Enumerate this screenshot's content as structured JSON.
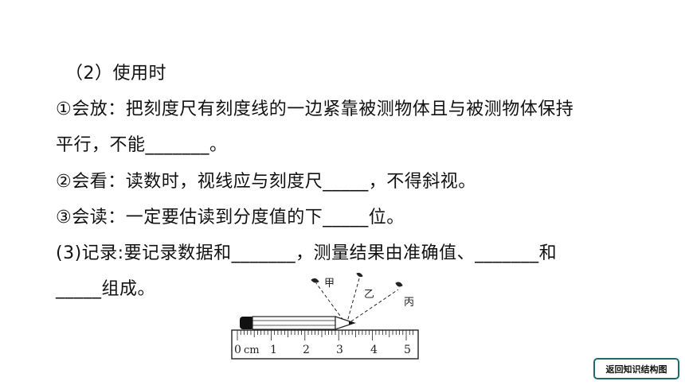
{
  "content": {
    "heading": "（2）使用时",
    "item1": "①会放：把刻度尺有刻度线的一边紧靠被测物体且与被测物体保持",
    "item1_cont": "平行，不能_______。",
    "item2": "②会看：读数时，视线应与刻度尺_____，不得斜视。",
    "item3": "③会读：一定要估读到分度值的下_____位。",
    "item4": "(3)记录:要记录数据和_______，测量结果由准确值、_______和",
    "item4_cont": "_____组成。"
  },
  "figure": {
    "view_labels": [
      "甲",
      "乙",
      "丙"
    ],
    "ruler_labels": [
      "0",
      "cm",
      "1",
      "2",
      "3",
      "4",
      "5"
    ]
  },
  "nav": {
    "back_button": "返回知识结构图"
  }
}
